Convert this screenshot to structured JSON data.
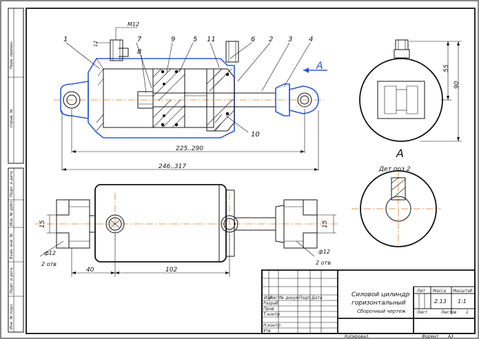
{
  "drawing": {
    "part_labels": [
      "1",
      "7",
      "8",
      "9",
      "5",
      "11",
      "6",
      "2",
      "3",
      "4",
      "10"
    ],
    "thread_label": "M12",
    "dimension_small": "12",
    "dim_inner_length": "225..290",
    "dim_outer_length": "246..317",
    "dim_height_55": "55",
    "dim_height_90": "90",
    "view_a_arrow": "A",
    "view_a_title": "A",
    "detail_title": "Дет поз 2",
    "dim_15_left": "15",
    "dim_15_right": "15",
    "dim_phi12_left": "ф12",
    "dim_2holes_left": "2 отв",
    "dim_phi12_right": "ф12",
    "dim_2holes_right": "2 отв",
    "dim_40": "40",
    "dim_102": "102"
  },
  "title_block": {
    "name_line1": "Силовой цилиндр",
    "name_line2": "горизонтальный",
    "doc_type": "Сборочный чертеж",
    "col_lit": "Лит",
    "col_mass": "Масса",
    "col_scale": "Масштаб",
    "mass": "2.13",
    "scale": "1:1",
    "sheet_label": "Лист",
    "sheets_label": "Листов",
    "sheets_count": "1",
    "row_izm": "Изм",
    "row_list": "Лист",
    "row_docnum": "№ докум",
    "row_sign": "Подп",
    "row_date": "Дата",
    "row_razrab": "Разраб",
    "row_prov": "Пров",
    "row_tkontr": "Т.контр",
    "row_nkontr": "Н.контр",
    "row_utv": "Утв",
    "copied": "Копировал",
    "format": "Формат",
    "format_value": "А3"
  },
  "side_stamp": {
    "labels": [
      "Перв. примен.",
      "Справ. №",
      "Подп. и дата",
      "Инв. № дубл.",
      "Взам. инв. №",
      "Подп. и дата",
      "Инв. № подл."
    ]
  },
  "colors": {
    "ink": "#111111",
    "accent": "#2a58d8",
    "axis": "#e07a1a"
  }
}
